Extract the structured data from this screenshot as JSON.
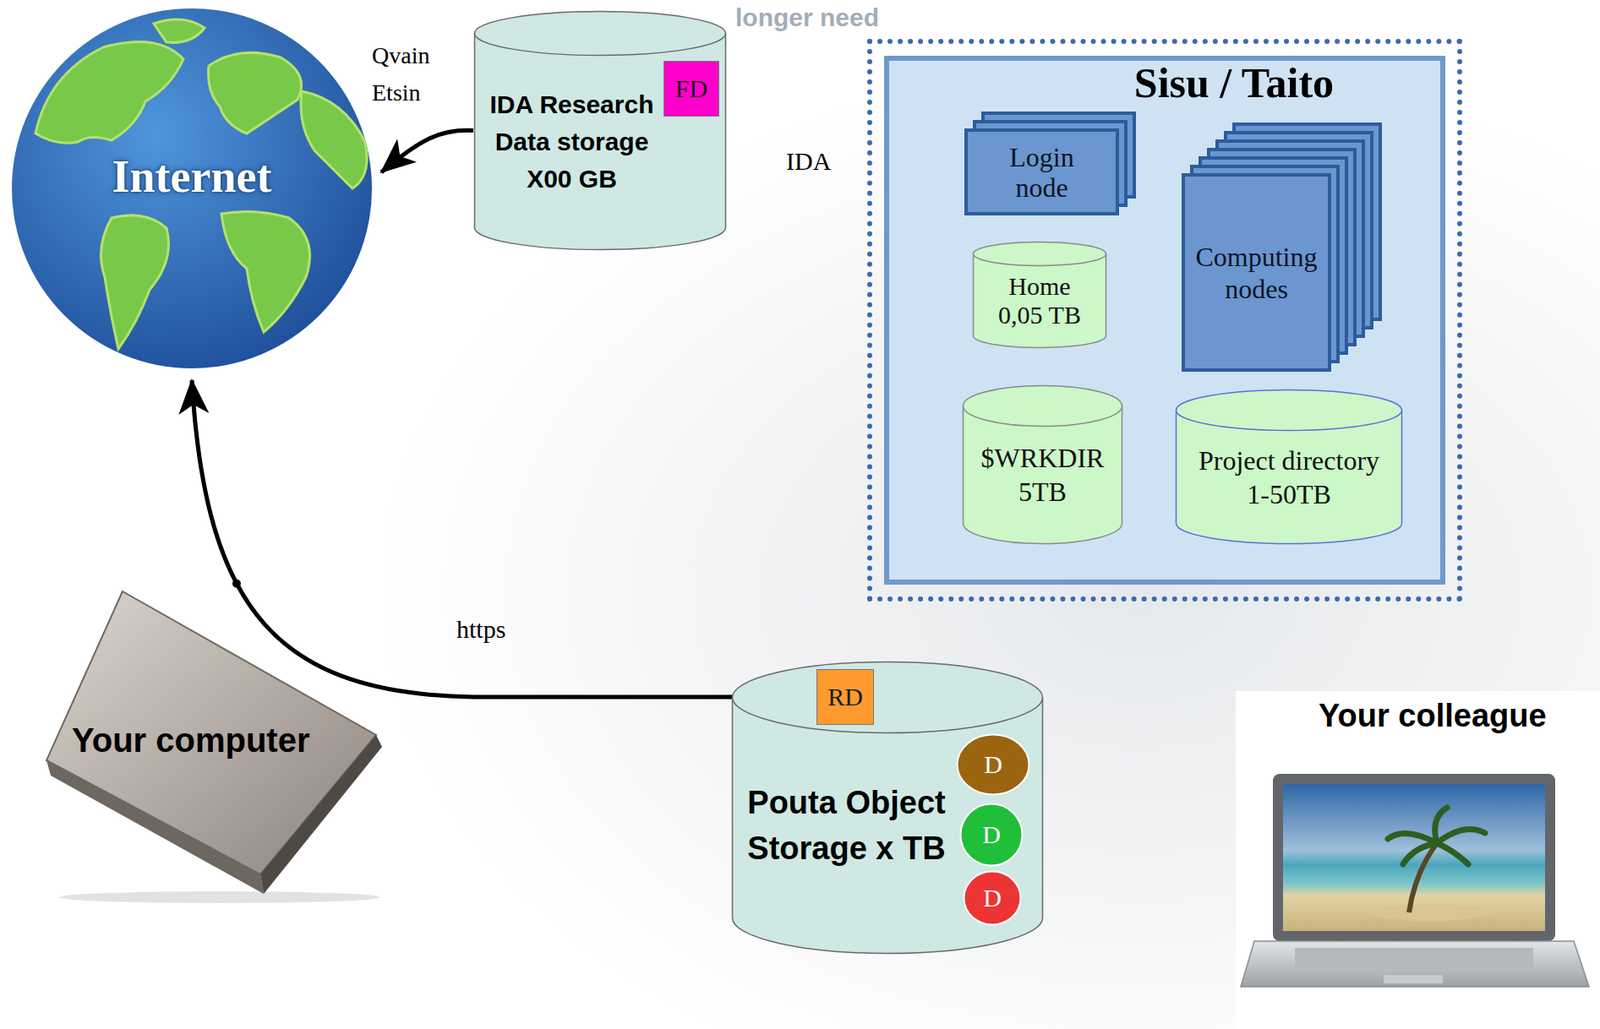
{
  "diagram": {
    "nodes": [
      {
        "text": [
          "Internet"
        ]
      },
      {
        "text": [
          "IDA Research Data storage X00 GB"
        ]
      },
      {
        "text": [
          "FD"
        ],
        "in": 1
      },
      {
        "text": [
          "Sisu / Taito"
        ]
      },
      {
        "text": [
          "Login node"
        ],
        "in": 3
      },
      {
        "text": [
          "Home 0,05 TB"
        ],
        "in": 3
      },
      {
        "text": [
          "$WRKDIR 5TB"
        ],
        "in": 3
      },
      {
        "text": [
          "Computing nodes"
        ],
        "in": 3
      },
      {
        "text": [
          "Project directory 1-50TB"
        ],
        "in": 3
      },
      {
        "text": [
          "Your computer"
        ]
      },
      {
        "text": [
          "Pouta Object Storage x TB"
        ]
      },
      {
        "text": [
          "RD"
        ],
        "in": 10
      },
      {
        "text": [
          "D"
        ],
        "in": 10
      },
      {
        "text": [
          "D"
        ],
        "in": 10
      },
      {
        "text": [
          "D"
        ],
        "in": 10
      },
      {
        "text": [
          "Your colleague"
        ]
      }
    ],
    "edges": [
      {
        "from": 1,
        "to": 0,
        "arrow": "to"
      },
      {
        "from": 11,
        "to": 0,
        "label": "https",
        "arrow": "to"
      }
    ],
    "labels": [
      "longer need",
      "Qvain",
      "Etsin",
      "IDA"
    ]
  }
}
